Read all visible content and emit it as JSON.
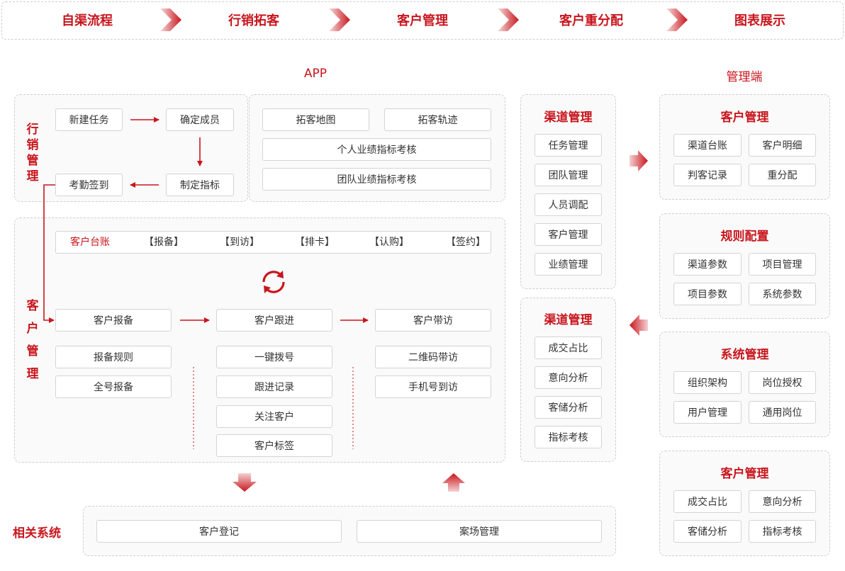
{
  "flow": {
    "steps": [
      "自渠流程",
      "行销拓客",
      "客户管理",
      "客户重分配",
      "图表展示"
    ]
  },
  "app_title": "APP",
  "admin_title": "管理端",
  "marketing": {
    "label": "行销管理",
    "new_task": "新建任务",
    "confirm_members": "确定成员",
    "set_targets": "制定指标",
    "attendance": "考勤签到"
  },
  "prospecting": {
    "map": "拓客地图",
    "track": "拓客轨迹",
    "personal_kpi": "个人业绩指标考核",
    "team_kpi": "团队业绩指标考核"
  },
  "customer_mgmt": {
    "label": "客户管理",
    "tabs": [
      "客户台账",
      "【报备】",
      "【到访】",
      "【排卡】",
      "【认购】",
      "【签约】"
    ],
    "report": "客户报备",
    "follow": "客户跟进",
    "bring_visit": "客户带访",
    "report_rules": "报备规则",
    "full_number_report": "全号报备",
    "one_click_dial": "一键拨号",
    "follow_record": "跟进记录",
    "follow_customer": "关注客户",
    "customer_tag": "客户标签",
    "qr_visit": "二维码带访",
    "phone_visit": "手机号到访"
  },
  "channel_a": {
    "title": "渠道管理",
    "items": [
      "任务管理",
      "团队管理",
      "人员调配",
      "客户管理",
      "业绩管理"
    ]
  },
  "channel_b": {
    "title": "渠道管理",
    "items": [
      "成交占比",
      "意向分析",
      "客储分析",
      "指标考核"
    ]
  },
  "related": {
    "label": "相关系统",
    "items": [
      "客户登记",
      "案场管理"
    ]
  },
  "admin": {
    "groups": [
      {
        "title": "客户管理",
        "items": [
          "渠道台账",
          "客户明细",
          "判客记录",
          "重分配"
        ]
      },
      {
        "title": "规则配置",
        "items": [
          "渠道参数",
          "项目管理",
          "项目参数",
          "系统参数"
        ]
      },
      {
        "title": "系统管理",
        "items": [
          "组织架构",
          "岗位授权",
          "用户管理",
          "通用岗位"
        ]
      },
      {
        "title": "客户管理",
        "items": [
          "成交占比",
          "意向分析",
          "客储分析",
          "指标考核"
        ]
      }
    ]
  },
  "colors": {
    "accent": "#c8161d",
    "border": "#d4d4d4",
    "panel": "#fafafa"
  }
}
